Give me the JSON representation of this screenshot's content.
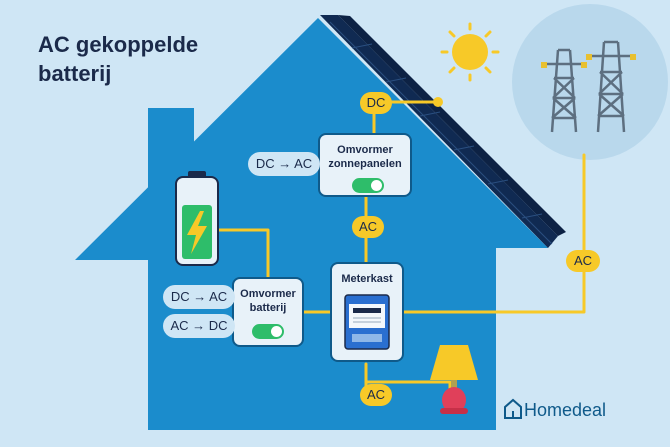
{
  "title": {
    "line1": "AC gekoppelde",
    "line2": "batterij"
  },
  "labels": {
    "dc_top": "DC",
    "ac_panel_to_meter": "AC",
    "ac_grid": "AC",
    "ac_lamp": "AC",
    "dc_ac_solar": "DC → AC",
    "dc_ac_battery": "DC → AC",
    "ac_dc_battery": "AC → DC"
  },
  "boxes": {
    "solar_inverter": {
      "line1": "Omvormer",
      "line2": "zonnepanelen"
    },
    "battery_inverter": {
      "line1": "Omvormer",
      "line2": "batterij"
    },
    "meter": {
      "title": "Meterkast"
    }
  },
  "brand": {
    "name": "Homedeal"
  },
  "colors": {
    "background": "#cfe6f5",
    "house": "#1b8ccc",
    "wire": "#f7c928",
    "panel": "#102a52",
    "battery_fill": "#2ebd6a",
    "toggle_on": "#2ebd6a",
    "sun": "#f7c928"
  },
  "icons": [
    "sun-icon",
    "power-tower-icon",
    "solar-panel-icon",
    "battery-icon",
    "lightning-icon",
    "electric-meter-icon",
    "lamp-icon",
    "home-logo-icon"
  ]
}
